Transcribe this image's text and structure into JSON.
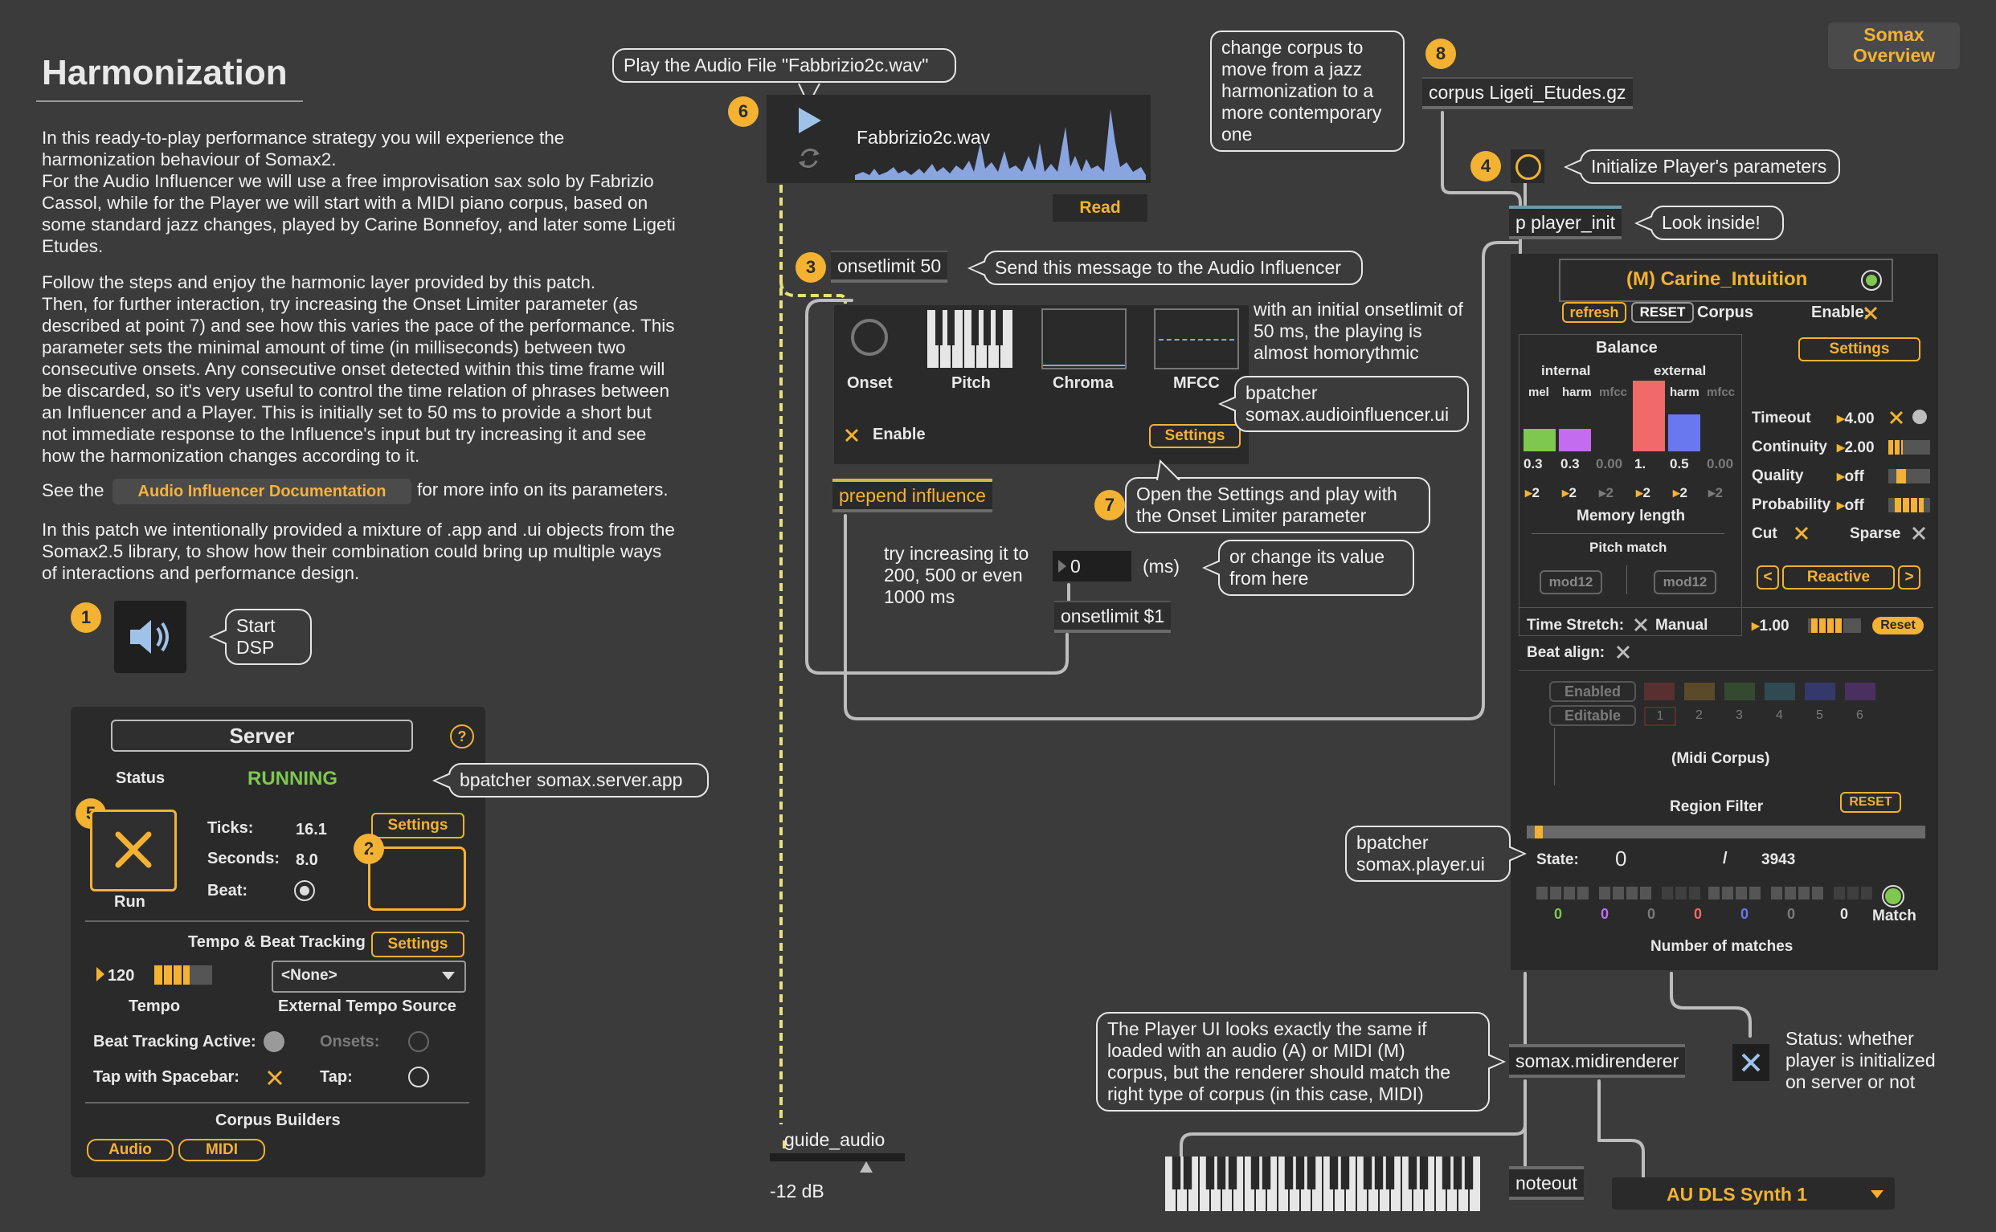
{
  "header": {
    "title": "Harmonization",
    "overview_button": "Somax\nOverview"
  },
  "intro": {
    "p1": "In this ready-to-play performance strategy you will experience the\nharmonization behaviour of Somax2.\nFor the Audio Influencer we will use a free improvisation sax solo by Fabrizio\nCassol, while for the Player we will start with a MIDI piano corpus, based on\nsome standard jazz changes, played by Carine Bonnefoy, and later some Ligeti\nEtudes.",
    "p2": "Follow the steps and enjoy the harmonic layer provided by this patch.\nThen, for further interaction, try increasing the Onset Limiter parameter (as\ndescribed at point 7) and see how this varies the pace of the performance. This\nparameter sets the minimal amount of time (in milliseconds) between two\nconsecutive onsets. Any consecutive onset detected within this time frame will\nbe discarded, so it's very useful to control the time relation of phrases between\nan Influencer and a Player. This is initially set to 50 ms to provide a short but\nnot immediate response to the Influence's input but try increasing it and see\nhow the harmonization changes according to it.",
    "see_the": "See the",
    "doc_button": "Audio Influencer Documentation",
    "doc_after": "for more info on its parameters.",
    "p3": "In this patch we intentionally provided a mixture of .app and .ui objects from the\nSomax2.5 library, to show how their combination could bring up multiple ways\nof interactions and performance design."
  },
  "steps": {
    "s1": "1",
    "s2": "2",
    "s3": "3",
    "s4": "4",
    "s5": "5",
    "s6": "6",
    "s7": "7",
    "s8": "8"
  },
  "comments": {
    "start_dsp": "Start\nDSP",
    "play_audio": "Play the Audio File \"Fabbrizio2c.wav\"",
    "change_corpus": "change corpus to\nmove from a jazz\nharmonization to a\nmore contemporary\none",
    "init_player": "Initialize Player's parameters",
    "look_inside": "Look inside!",
    "send_msg": "Send this message to the Audio Influencer",
    "onset_note": "with an initial onsetlimit of\n50 ms, the playing is\nalmost homorythmic",
    "bp_influencer": "bpatcher\nsomax.audioinfluencer.ui",
    "open_settings": "Open the Settings and play with\nthe Onset Limiter parameter",
    "try_increase": "try increasing it to\n200, 500 or even\n1000 ms",
    "or_change": "or change its value\nfrom here",
    "bp_server": "bpatcher somax.server.app",
    "bp_player": "bpatcher\nsomax.player.ui",
    "player_ui_note": "The Player UI looks exactly the same if\nloaded with an audio (A) or MIDI (M)\ncorpus, but the renderer should match the\nright type of corpus (in this case, MIDI)",
    "status_note": "Status: whether\nplayer is initialized\non server or not",
    "ms_unit": "(ms)"
  },
  "objects": {
    "corpus_msg": "corpus Ligeti_Etudes.gz",
    "player_init": "p player_init",
    "onsetlimit_msg": "onsetlimit 50",
    "prepend": "prepend influence",
    "number_box": "0",
    "onsetlimit_var": "onsetlimit $1",
    "guide_audio": "guide_audio",
    "gain_db": "-12 dB",
    "midirenderer": "somax.midirenderer",
    "noteout": "noteout",
    "synth": "AU DLS Synth 1"
  },
  "audio_player": {
    "filename": "Fabbrizio2c.wav",
    "read_button": "Read"
  },
  "influencer": {
    "labels": [
      "Onset",
      "Pitch",
      "Chroma",
      "MFCC"
    ],
    "enable_label": "Enable",
    "settings_button": "Settings"
  },
  "server": {
    "title": "Server",
    "help": "?",
    "status_label": "Status",
    "status_value": "RUNNING",
    "ticks_label": "Ticks:",
    "ticks_value": "16.1",
    "seconds_label": "Seconds:",
    "seconds_value": "8.0",
    "beat_label": "Beat:",
    "run_label": "Run",
    "settings_button": "Settings",
    "tempo_section": "Tempo & Beat Tracking",
    "tempo_settings": "Settings",
    "tempo_value": "120",
    "tempo_label": "Tempo",
    "ext_source_value": "<None>",
    "ext_source_label": "External Tempo Source",
    "beat_tracking_label": "Beat Tracking Active:",
    "onsets_label": "Onsets:",
    "tap_spacebar_label": "Tap with Spacebar:",
    "tap_label": "Tap:",
    "corpus_builders": "Corpus Builders",
    "audio_button": "Audio",
    "midi_button": "MIDI"
  },
  "player": {
    "name": "(M) Carine_Intuition",
    "refresh": "refresh",
    "reset": "RESET",
    "corpus_label": "Corpus",
    "enable_label": "Enable:",
    "settings_button": "Settings",
    "balance_title": "Balance",
    "internal_label": "internal",
    "external_label": "external",
    "col_labels": [
      "mel",
      "harm",
      "mfcc",
      "mel",
      "harm",
      "mfcc"
    ],
    "balance_values": [
      "0.3",
      "0.3",
      "0.00",
      "1.",
      "0.5",
      "0.00"
    ],
    "memory_values": [
      "2",
      "2",
      "2",
      "2",
      "2",
      "2"
    ],
    "memory_length": "Memory length",
    "pitch_match": "Pitch match",
    "mod12_a": "mod12",
    "mod12_b": "mod12",
    "timeout_label": "Timeout",
    "timeout_value": "4.00",
    "continuity_label": "Continuity",
    "continuity_value": "2.00",
    "quality_label": "Quality",
    "quality_value": "off",
    "probability_label": "Probability",
    "probability_value": "off",
    "cut_label": "Cut",
    "sparse_label": "Sparse",
    "mode_prev": "<",
    "mode_value": "Reactive",
    "mode_next": ">",
    "time_stretch_label": "Time Stretch:",
    "manual_label": "Manual",
    "stretch_value": "1.00",
    "stretch_reset": "Reset",
    "beat_align_label": "Beat align:",
    "enabled_label": "Enabled",
    "editable_label": "Editable",
    "channels": [
      "1",
      "2",
      "3",
      "4",
      "5",
      "6"
    ],
    "corpus_type": "(Midi Corpus)",
    "region_filter": "Region Filter",
    "region_reset": "RESET",
    "state_label": "State:",
    "state_value": "0",
    "state_sep": "/",
    "state_total": "3943",
    "match_counts": [
      "0",
      "0",
      "0",
      "0",
      "0",
      "0",
      "0"
    ],
    "match_label": "Match",
    "num_matches": "Number of matches"
  },
  "colors": {
    "accent": "#f3b232",
    "running": "#7ec850",
    "bar_green": "#7ec850",
    "bar_magenta": "#c46cf0",
    "bar_red": "#f06a6a",
    "bar_blue": "#6a78f0",
    "waveform": "#8aa4e0"
  }
}
